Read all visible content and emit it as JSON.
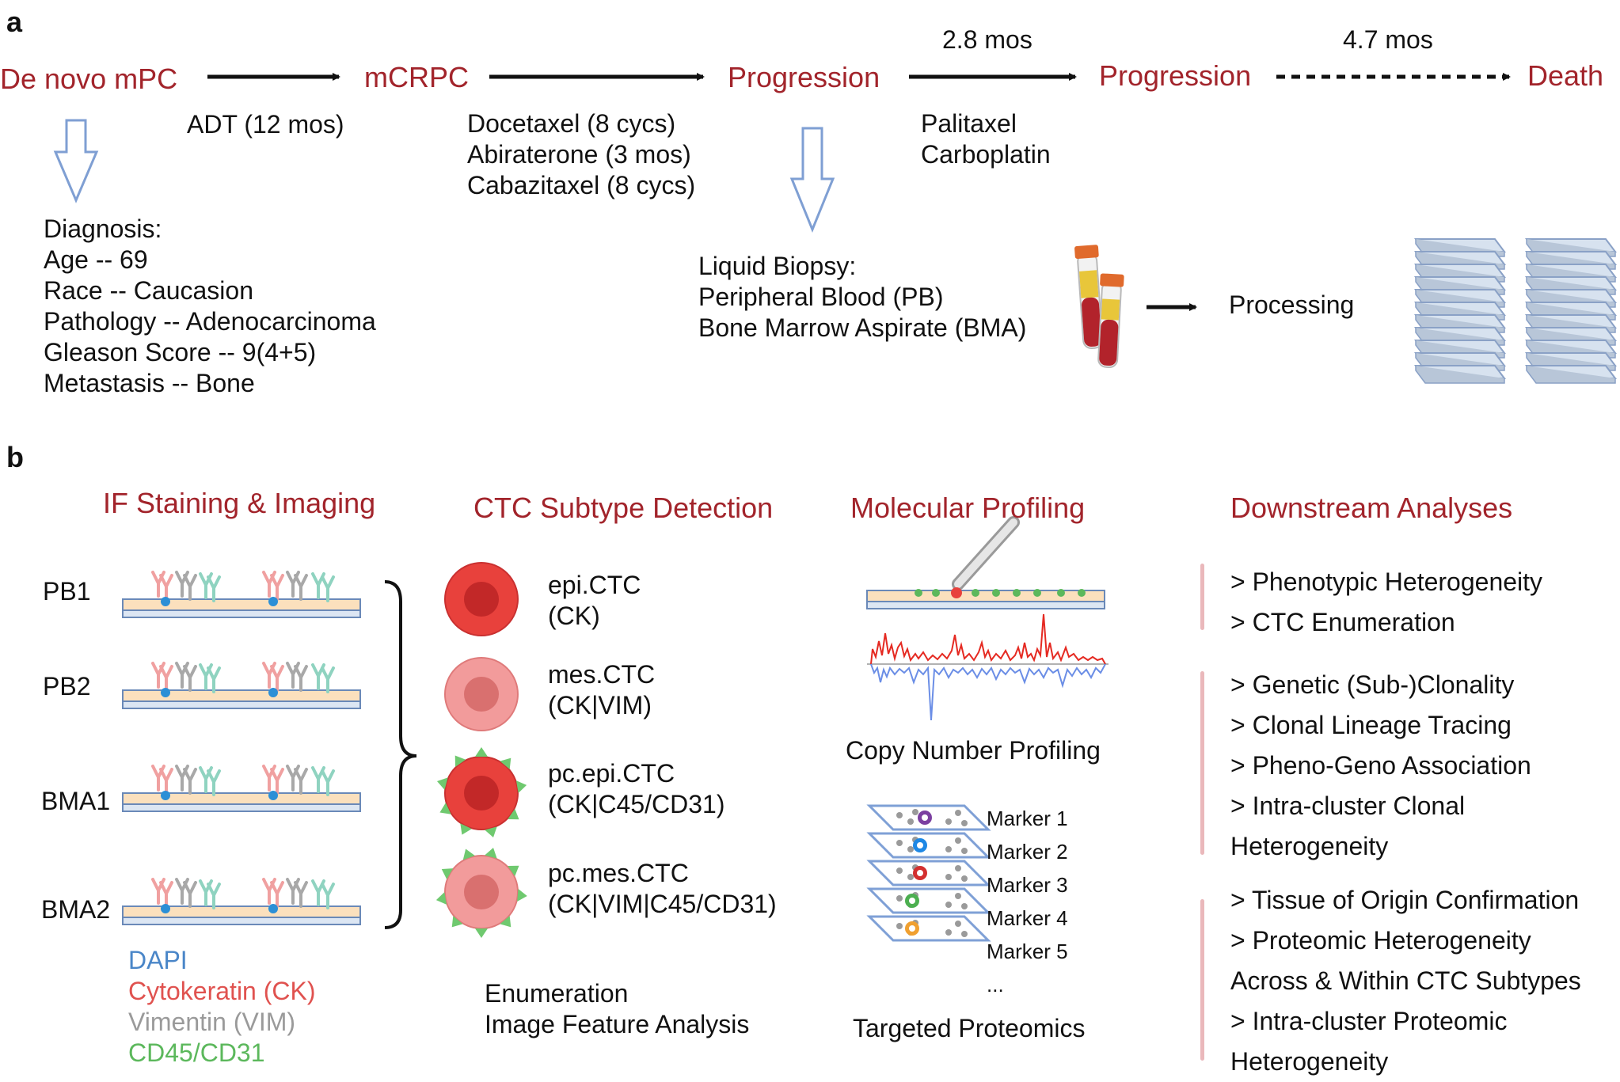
{
  "panel_a": {
    "label": "a",
    "stages": [
      "De novo mPC",
      "mCRPC",
      "Progression",
      "Progression",
      "Death"
    ],
    "treatments": {
      "adt": "ADT (12 mos)",
      "chemo": [
        "Docetaxel (8 cycs)",
        "Abiraterone (3 mos)",
        "Cabazitaxel (8 cycs)"
      ],
      "second_line": [
        "Palitaxel",
        "Carboplatin"
      ]
    },
    "durations": [
      "2.8 mos",
      "4.7 mos"
    ],
    "diagnosis": [
      "Diagnosis:",
      "Age -- 69",
      "Race -- Caucasion",
      "Pathology -- Adenocarcinoma",
      "Gleason Score -- 9(4+5)",
      "Metastasis -- Bone"
    ],
    "biopsy": [
      "Liquid Biopsy:",
      "Peripheral Blood (PB)",
      "Bone Marrow Aspirate (BMA)"
    ],
    "processing": "Processing",
    "colors": {
      "stage": "#a2242b",
      "hollow_arrow": "#7f9fd3",
      "tube_cap": "#e06a2c",
      "blood": "#b2232b",
      "plasma": "#e8c63a"
    }
  },
  "panel_b": {
    "label": "b",
    "sections": [
      "IF Staining & Imaging",
      "CTC Subtype Detection",
      "Molecular Profiling",
      "Downstream Analyses"
    ],
    "samples": [
      "PB1",
      "PB2",
      "BMA1",
      "BMA2"
    ],
    "legend": [
      {
        "label": "DAPI",
        "color": "#4a86c8"
      },
      {
        "label": "Cytokeratin (CK)",
        "color": "#e0524f"
      },
      {
        "label": "Vimentin (VIM)",
        "color": "#9a9a9a"
      },
      {
        "label": "CD45/CD31",
        "color": "#5cb85c"
      }
    ],
    "subtypes": [
      {
        "name": "epi.CTC",
        "markers": "(CK)"
      },
      {
        "name": "mes.CTC",
        "markers": "(CK|VIM)"
      },
      {
        "name": "pc.epi.CTC",
        "markers": "(CK|C45/CD31)"
      },
      {
        "name": "pc.mes.CTC",
        "markers": "(CK|VIM|C45/CD31)"
      }
    ],
    "enumeration": [
      "Enumeration",
      "Image Feature Analysis"
    ],
    "copy_number": "Copy Number Profiling",
    "markers": [
      "Marker 1",
      "Marker 2",
      "Marker 3",
      "Marker 4",
      "Marker 5",
      "..."
    ],
    "targeted_proteomics": "Targeted Proteomics",
    "downstream": [
      [
        "> Phenotypic Heterogeneity",
        "> CTC Enumeration"
      ],
      [
        "> Genetic (Sub-)Clonality",
        "> Clonal Lineage Tracing",
        "> Pheno-Geno Association",
        "> Intra-cluster Clonal",
        "Heterogeneity"
      ],
      [
        "> Tissue of Origin Confirmation",
        "> Proteomic Heterogeneity",
        "Across & Within CTC Subtypes",
        "> Intra-cluster Proteomic",
        "Heterogeneity"
      ]
    ]
  }
}
